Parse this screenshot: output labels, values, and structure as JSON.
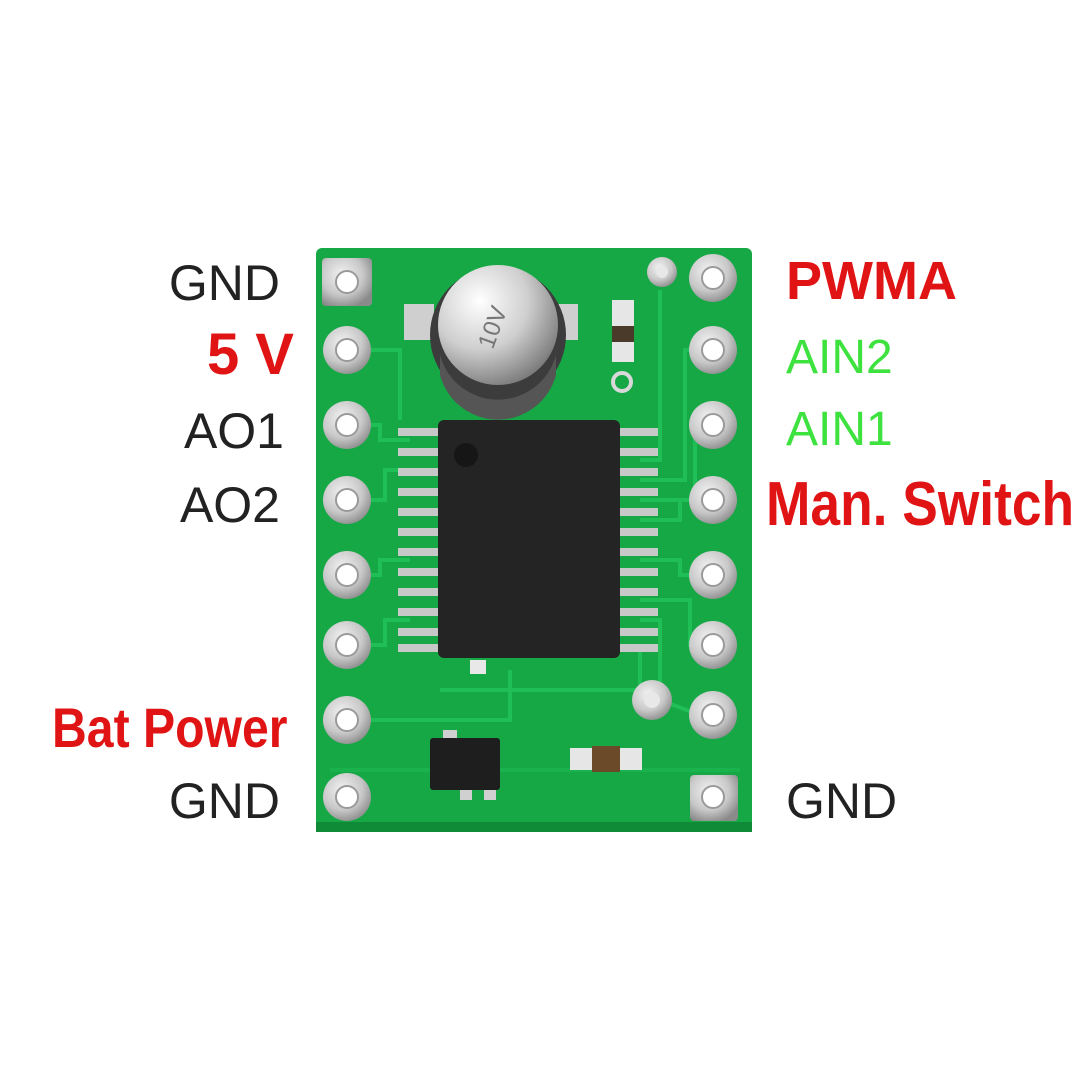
{
  "colors": {
    "pcb": "#17a846",
    "pcb_dark": "#0f8a37",
    "trace": "#1fbf55",
    "pad": "#c8c8c8",
    "label_red": "#e01414",
    "label_green": "#3ee23e",
    "label_plain": "#222222"
  },
  "labels_left": [
    {
      "text": "GND",
      "style": "plain"
    },
    {
      "text": "5 V",
      "style": "red"
    },
    {
      "text": "AO1",
      "style": "plain"
    },
    {
      "text": "AO2",
      "style": "plain"
    },
    {
      "text": "Bat Power",
      "style": "red"
    },
    {
      "text": "GND",
      "style": "plain"
    }
  ],
  "labels_right": [
    {
      "text": "PWMA",
      "style": "red"
    },
    {
      "text": "AIN2",
      "style": "green"
    },
    {
      "text": "AIN1",
      "style": "green"
    },
    {
      "text": "Man. Switch",
      "style": "red"
    },
    {
      "text": "GND",
      "style": "plain"
    }
  ],
  "capacitor_marking": "10V"
}
